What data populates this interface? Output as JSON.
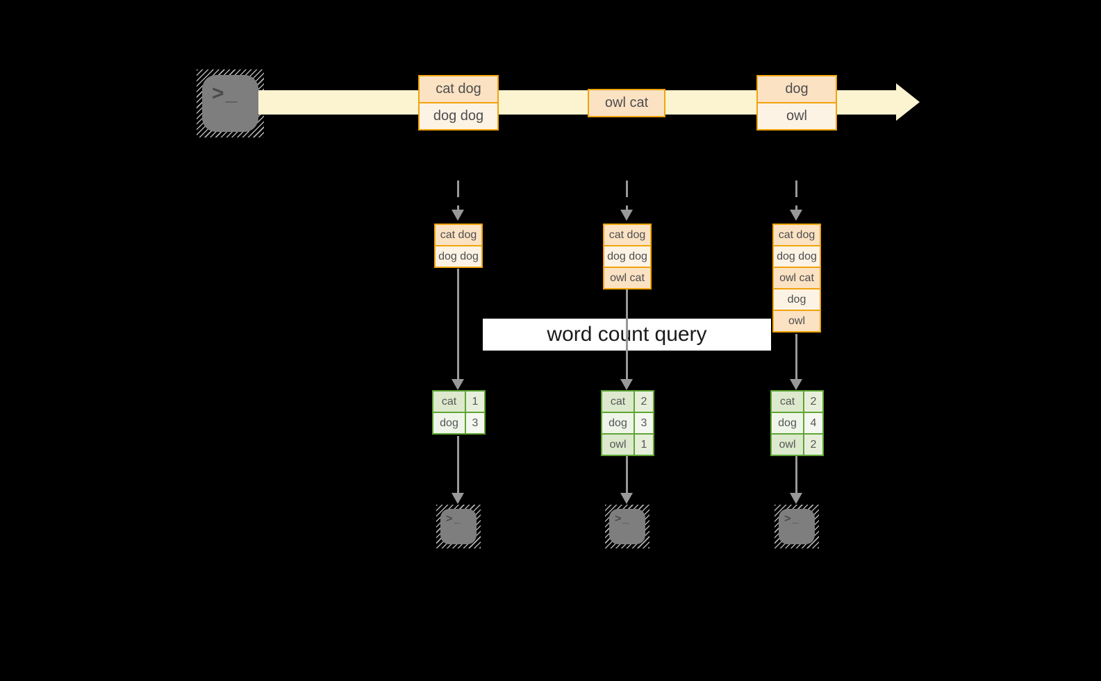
{
  "icons": {
    "terminal_prompt": ">_"
  },
  "stream": {
    "events": [
      {
        "rows": [
          "cat dog",
          "dog dog"
        ]
      },
      {
        "rows": [
          "owl cat"
        ]
      },
      {
        "rows": [
          "dog",
          "owl"
        ]
      }
    ]
  },
  "query": {
    "label": "word count query"
  },
  "columns": [
    {
      "batch": [
        "cat dog",
        "dog dog"
      ],
      "counts": [
        {
          "word": "cat",
          "count": "1"
        },
        {
          "word": "dog",
          "count": "3"
        }
      ]
    },
    {
      "batch": [
        "cat dog",
        "dog dog",
        "owl cat"
      ],
      "counts": [
        {
          "word": "cat",
          "count": "2"
        },
        {
          "word": "dog",
          "count": "3"
        },
        {
          "word": "owl",
          "count": "1"
        }
      ]
    },
    {
      "batch": [
        "cat dog",
        "dog dog",
        "owl cat",
        "dog",
        "owl"
      ],
      "counts": [
        {
          "word": "cat",
          "count": "2"
        },
        {
          "word": "dog",
          "count": "4"
        },
        {
          "word": "owl",
          "count": "2"
        }
      ]
    }
  ],
  "colors": {
    "bg": "#000000",
    "stream_fill": "#fcf3d0",
    "event_border": "#f0a30a",
    "event_fill_a": "#fbe2c3",
    "event_fill_b": "#fdf3e5",
    "table_border": "#5ea632",
    "table_fill_a": "#dde9cd",
    "table_fill_b": "#f0f5ea",
    "arrow_gray": "#999999",
    "terminal_gray": "#7e7e7e",
    "label_bg": "#ffffff",
    "label_text": "#1a1a1a"
  }
}
